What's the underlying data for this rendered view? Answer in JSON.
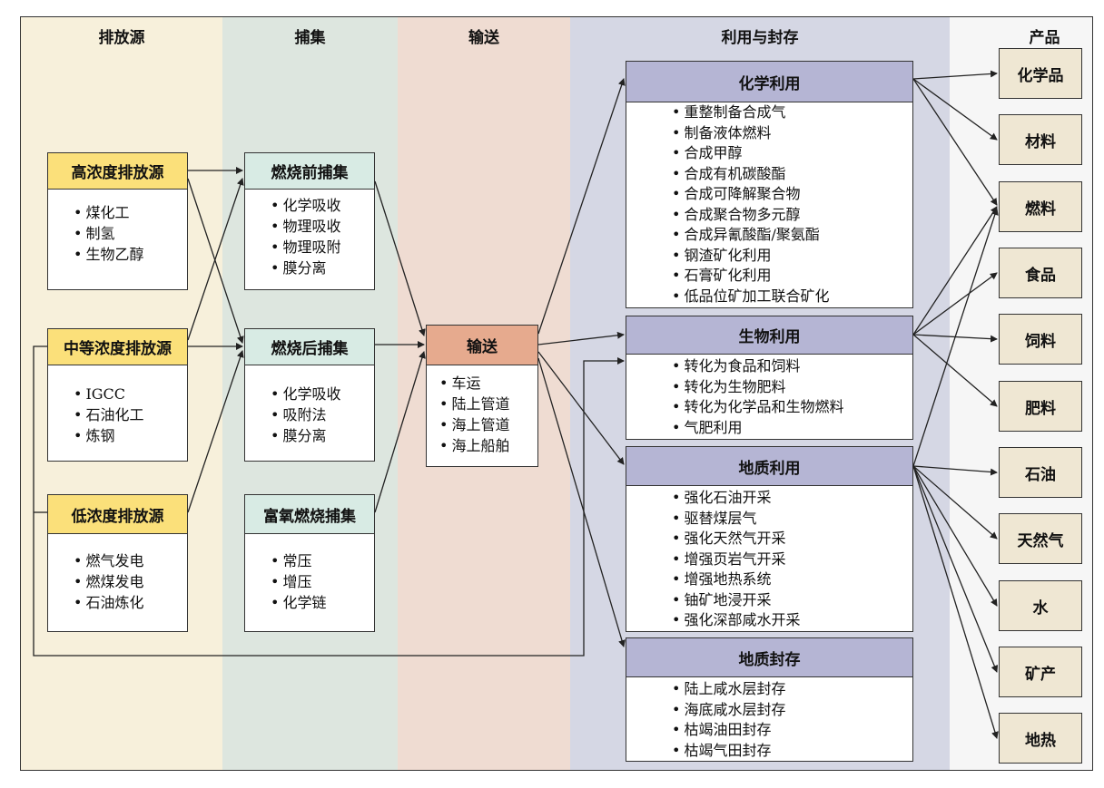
{
  "columns": {
    "emission": "排放源",
    "capture": "捕集",
    "transport": "输送",
    "utilization": "利用与封存",
    "products": "产品"
  },
  "sources": [
    {
      "title": "高浓度排放源",
      "items": [
        "煤化工",
        "制氢",
        "生物乙醇"
      ]
    },
    {
      "title": "中等浓度排放源",
      "items": [
        "IGCC",
        "石油化工",
        "炼钢"
      ]
    },
    {
      "title": "低浓度排放源",
      "items": [
        "燃气发电",
        "燃煤发电",
        "石油炼化"
      ]
    }
  ],
  "captures": [
    {
      "title": "燃烧前捕集",
      "items": [
        "化学吸收",
        "物理吸收",
        "物理吸附",
        "膜分离"
      ]
    },
    {
      "title": "燃烧后捕集",
      "items": [
        "化学吸收",
        "吸附法",
        "膜分离"
      ]
    },
    {
      "title": "富氧燃烧捕集",
      "items": [
        "常压",
        "增压",
        "化学链"
      ]
    }
  ],
  "transport": {
    "title": "输送",
    "items": [
      "车运",
      "陆上管道",
      "海上管道",
      "海上船舶"
    ]
  },
  "utilization": [
    {
      "title": "化学利用",
      "items": [
        "重整制备合成气",
        "制备液体燃料",
        "合成甲醇",
        "合成有机碳酸酯",
        "合成可降解聚合物",
        "合成聚合物多元醇",
        "合成异氰酸酯/聚氨酯",
        "钢渣矿化利用",
        "石膏矿化利用",
        "低品位矿加工联合矿化"
      ]
    },
    {
      "title": "生物利用",
      "items": [
        "转化为食品和饲料",
        "转化为生物肥料",
        "转化为化学品和生物燃料",
        "气肥利用"
      ]
    },
    {
      "title": "地质利用",
      "items": [
        "强化石油开采",
        "驱替煤层气",
        "强化天然气开采",
        "增强页岩气开采",
        "增强地热系统",
        "铀矿地浸开采",
        "强化深部咸水开采"
      ]
    },
    {
      "title": "地质封存",
      "items": [
        "陆上咸水层封存",
        "海底咸水层封存",
        "枯竭油田封存",
        "枯竭气田封存"
      ]
    }
  ],
  "products": [
    "化学品",
    "材料",
    "燃料",
    "食品",
    "饲料",
    "肥料",
    "石油",
    "天然气",
    "水",
    "矿产",
    "地热"
  ],
  "colors": {
    "emission_bg": "#f7f0db",
    "capture_bg": "#dde6df",
    "transport_bg": "#efdcd2",
    "utilization_bg": "#d5d7e4",
    "products_bg": "#f6f6f6",
    "source_head": "#fbe07a",
    "capture_head": "#d8ebe4",
    "transport_head": "#e6aa8e",
    "util_head": "#b5b5d4",
    "product_box": "#efe7d3",
    "line": "#222222"
  }
}
